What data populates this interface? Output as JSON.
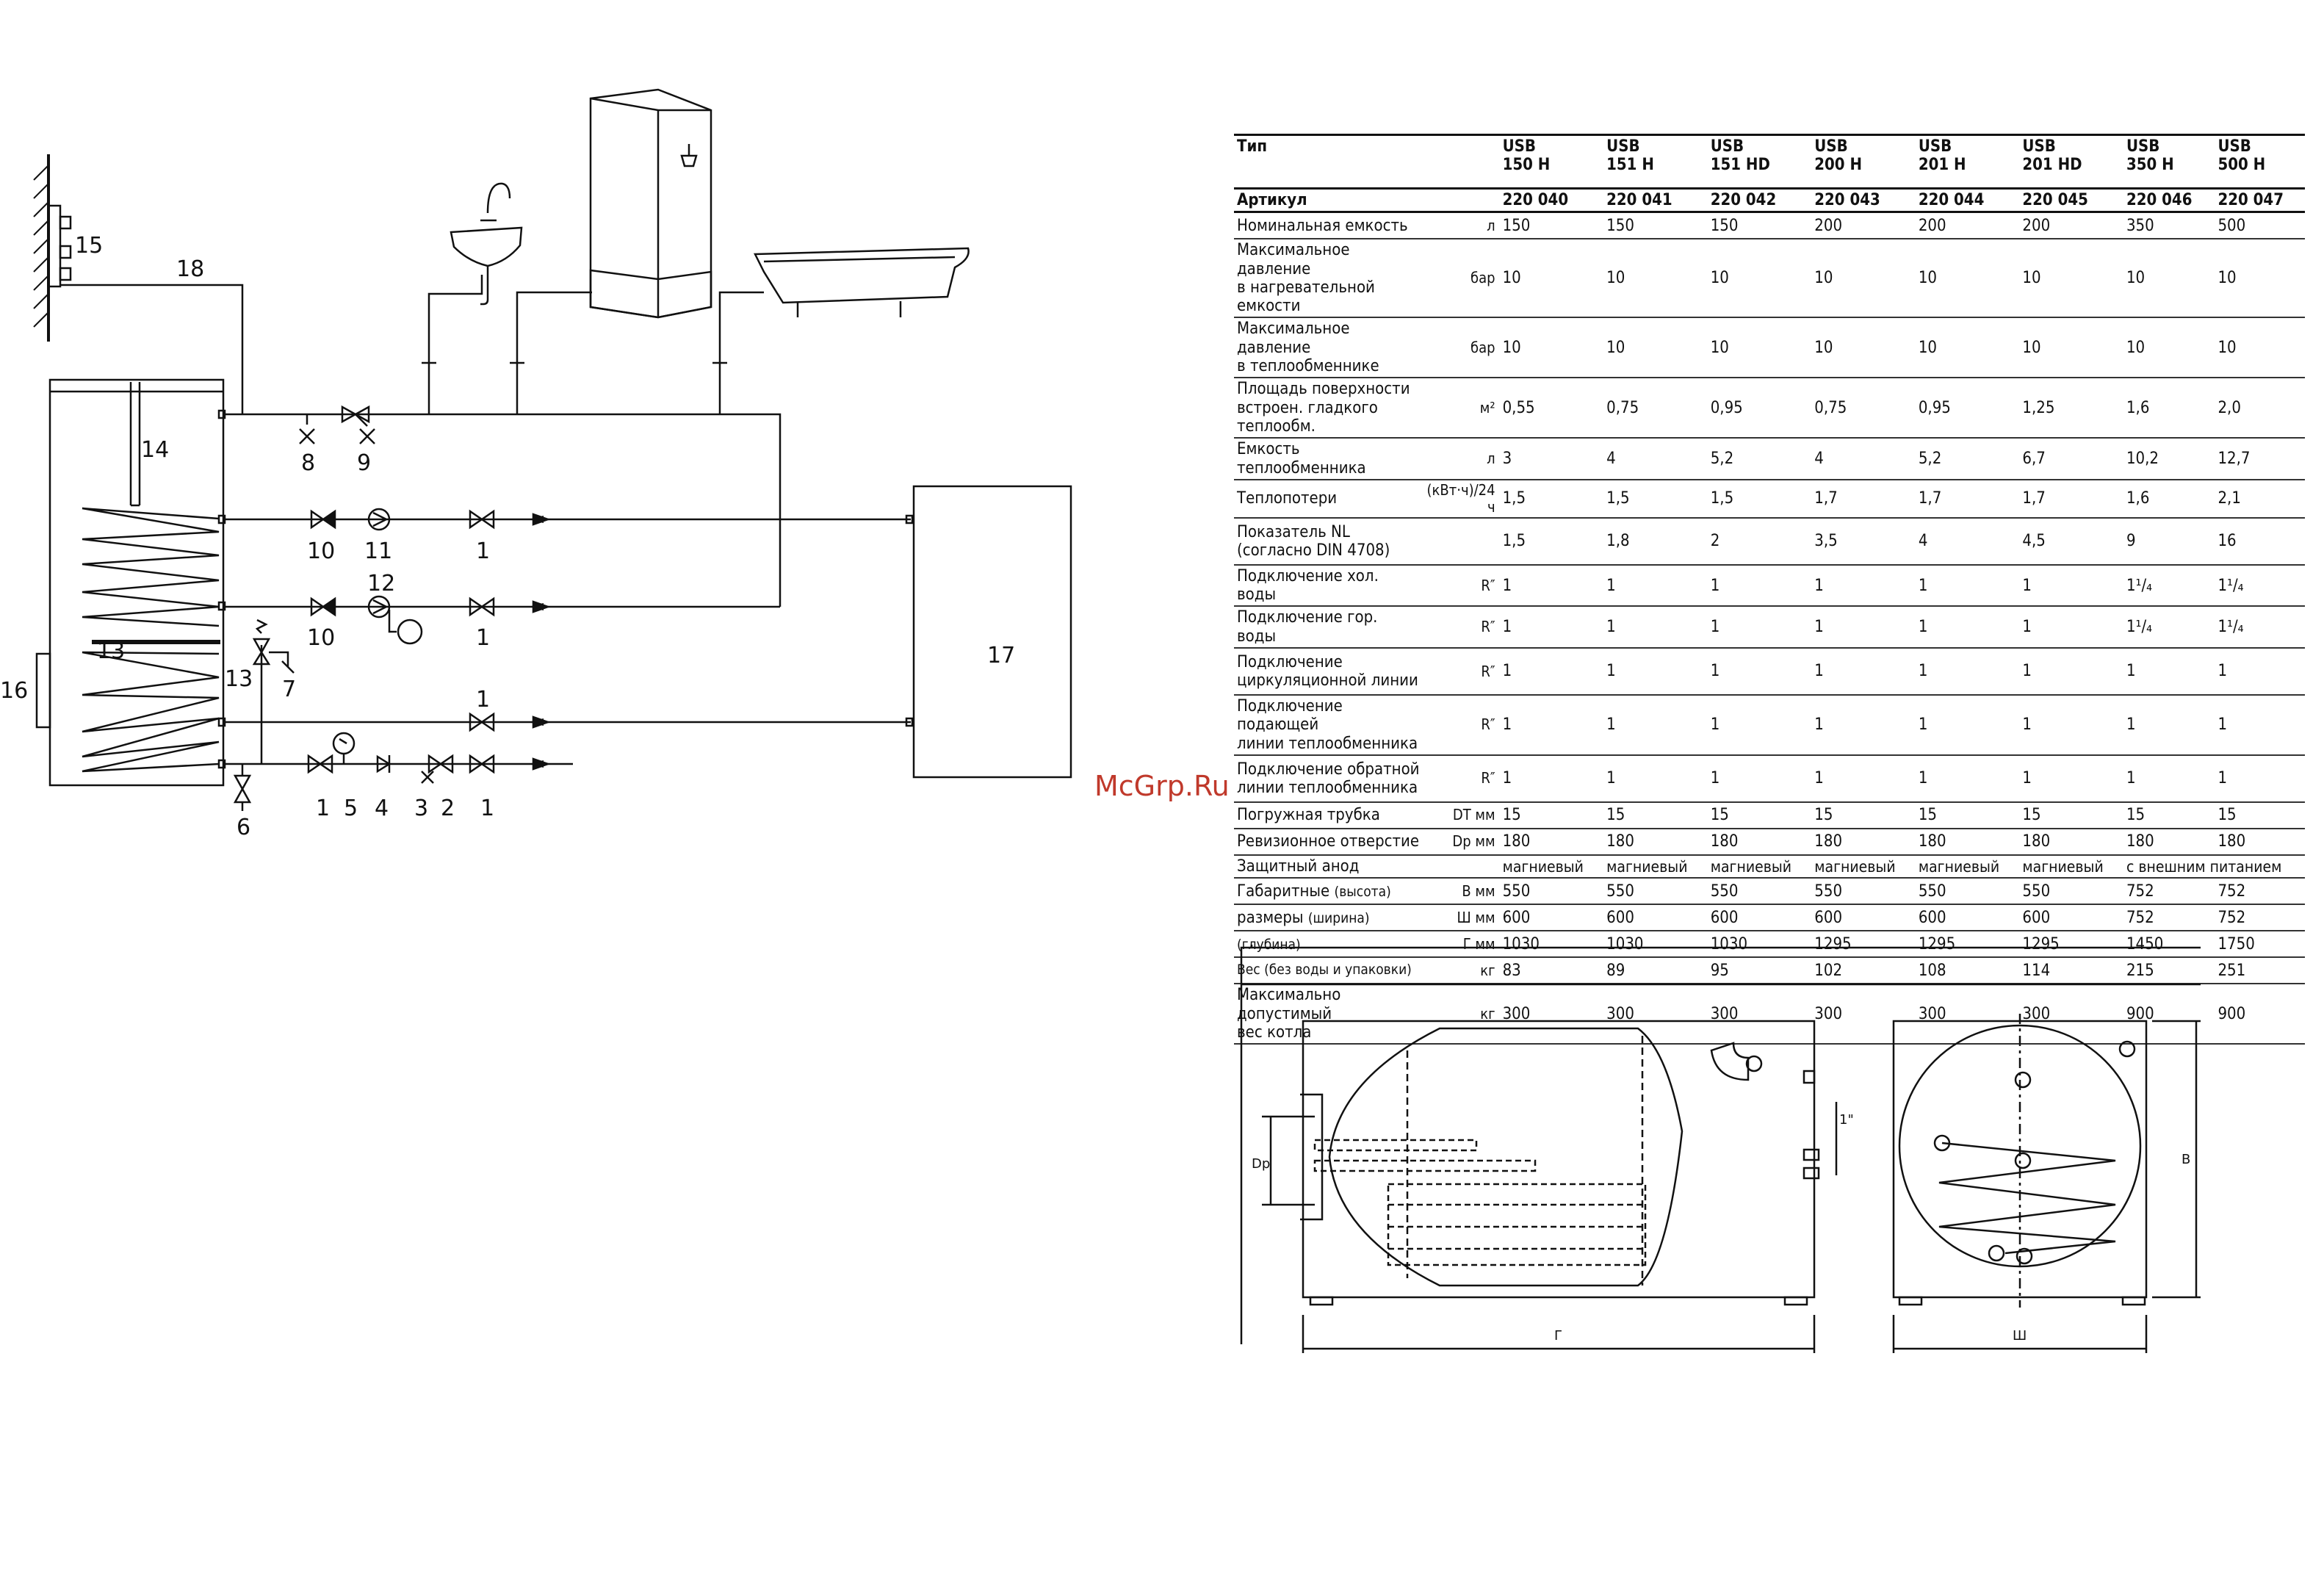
{
  "scheme_labels": {
    "l1": "1",
    "l2": "2",
    "l3": "3",
    "l4": "4",
    "l5": "5",
    "l6": "6",
    "l7": "7",
    "l8": "8",
    "l9": "9",
    "l10": "10",
    "l11": "11",
    "l12": "12",
    "l13": "13",
    "l14": "14",
    "l15": "15",
    "l16": "16",
    "l17": "17",
    "l18": "18"
  },
  "watermark": "McGrp.Ru",
  "table": {
    "type_label": "Тип",
    "article_label": "Артикул",
    "models": [
      {
        "l1": "USB",
        "l2": "150 H"
      },
      {
        "l1": "USB",
        "l2": "151 H"
      },
      {
        "l1": "USB",
        "l2": "151 HD"
      },
      {
        "l1": "USB",
        "l2": "200 H"
      },
      {
        "l1": "USB",
        "l2": "201 H"
      },
      {
        "l1": "USB",
        "l2": "201 HD"
      },
      {
        "l1": "USB",
        "l2": "350 H"
      },
      {
        "l1": "USB",
        "l2": "500 H"
      }
    ],
    "articles": [
      "220 040",
      "220 041",
      "220 042",
      "220 043",
      "220 044",
      "220 045",
      "220 046",
      "220 047"
    ],
    "rows": [
      {
        "l1": "Номинальная емкость",
        "l2": "",
        "unit": "л",
        "values": [
          "150",
          "150",
          "150",
          "200",
          "200",
          "200",
          "350",
          "500"
        ]
      },
      {
        "l1": "Максимальное давление",
        "l2": "в нагревательной емкости",
        "unit": "бар",
        "values": [
          "10",
          "10",
          "10",
          "10",
          "10",
          "10",
          "10",
          "10"
        ]
      },
      {
        "l1": "Максимальное давление",
        "l2": "в теплообменнике",
        "unit": "бар",
        "values": [
          "10",
          "10",
          "10",
          "10",
          "10",
          "10",
          "10",
          "10"
        ]
      },
      {
        "l1": "Площадь поверхности",
        "l2": "встроен. гладкого теплообм.",
        "unit": "м²",
        "values": [
          "0,55",
          "0,75",
          "0,95",
          "0,75",
          "0,95",
          "1,25",
          "1,6",
          "2,0"
        ]
      },
      {
        "l1": "Емкость теплообменника",
        "l2": "",
        "unit": "л",
        "values": [
          "3",
          "4",
          "5,2",
          "4",
          "5,2",
          "6,7",
          "10,2",
          "12,7"
        ]
      },
      {
        "l1": "Теплопотери",
        "l2": "",
        "unit": "(кВт·ч)/24 ч",
        "values": [
          "1,5",
          "1,5",
          "1,5",
          "1,7",
          "1,7",
          "1,7",
          "1,6",
          "2,1"
        ]
      },
      {
        "l1": "Показатель NL",
        "l2": "(согласно DIN 4708)",
        "unit": "",
        "values": [
          "1,5",
          "1,8",
          "2",
          "3,5",
          "4",
          "4,5",
          "9",
          "16"
        ]
      },
      {
        "l1": "Подключение хол. воды",
        "l2": "",
        "unit": "R″",
        "values": [
          "1",
          "1",
          "1",
          "1",
          "1",
          "1",
          "1¹/₄",
          "1¹/₄"
        ]
      },
      {
        "l1": "Подключение гор. воды",
        "l2": "",
        "unit": "R″",
        "values": [
          "1",
          "1",
          "1",
          "1",
          "1",
          "1",
          "1¹/₄",
          "1¹/₄"
        ]
      },
      {
        "l1": "Подключение",
        "l2": "циркуляционной линии",
        "unit": "R″",
        "values": [
          "1",
          "1",
          "1",
          "1",
          "1",
          "1",
          "1",
          "1"
        ]
      },
      {
        "l1": "Подключение подающей",
        "l2": "линии теплообменника",
        "unit": "R″",
        "values": [
          "1",
          "1",
          "1",
          "1",
          "1",
          "1",
          "1",
          "1"
        ]
      },
      {
        "l1": "Подключение обратной",
        "l2": "линии теплообменника",
        "unit": "R″",
        "values": [
          "1",
          "1",
          "1",
          "1",
          "1",
          "1",
          "1",
          "1"
        ]
      },
      {
        "l1": "Погружная трубка",
        "l2": "",
        "unit": "DT  мм",
        "values": [
          "15",
          "15",
          "15",
          "15",
          "15",
          "15",
          "15",
          "15"
        ]
      },
      {
        "l1": "Ревизионное отверстие",
        "l2": "",
        "unit": "Dp  мм",
        "values": [
          "180",
          "180",
          "180",
          "180",
          "180",
          "180",
          "180",
          "180"
        ]
      }
    ],
    "anode": {
      "label": "Защитный анод",
      "values": [
        "магниевый",
        "магниевый",
        "магниевый",
        "магниевый",
        "магниевый",
        "магниевый"
      ],
      "wide": "с внешним питанием"
    },
    "dims": {
      "label1": "Габаритные",
      "label2": "размеры",
      "sub": [
        "(высота)",
        "(ширина)",
        "(глубина)"
      ],
      "letters": [
        "В",
        "Ш",
        "Г"
      ],
      "unit": "мм",
      "rows": [
        [
          "550",
          "550",
          "550",
          "550",
          "550",
          "550",
          "752",
          "752"
        ],
        [
          "600",
          "600",
          "600",
          "600",
          "600",
          "600",
          "752",
          "752"
        ],
        [
          "1030",
          "1030",
          "1030",
          "1295",
          "1295",
          "1295",
          "1450",
          "1750"
        ]
      ]
    },
    "weight": {
      "label": "Вес (без воды и упаковки)",
      "unit": "кг",
      "values": [
        "83",
        "89",
        "95",
        "102",
        "108",
        "114",
        "215",
        "251"
      ]
    },
    "max_weight": {
      "l1": "Максимально допустимый",
      "l2": "вес котла",
      "unit": "кг",
      "values": [
        "300",
        "300",
        "300",
        "300",
        "300",
        "300",
        "900",
        "900"
      ]
    }
  },
  "drawing": {
    "dp": "Dp",
    "one_inch": "1\"",
    "dim_g": "Г",
    "dim_sh": "Ш",
    "dim_v": "В"
  }
}
